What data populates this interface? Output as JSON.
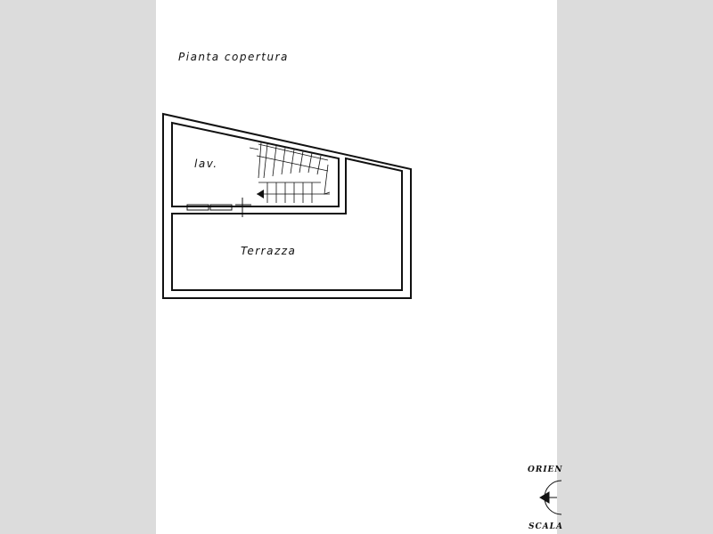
{
  "title": "Pianta copertura",
  "rooms": {
    "laundry": "lav.",
    "terrace": "Terrazza"
  },
  "legend": {
    "orientation": "ORIEN",
    "scale": "SCALA"
  }
}
